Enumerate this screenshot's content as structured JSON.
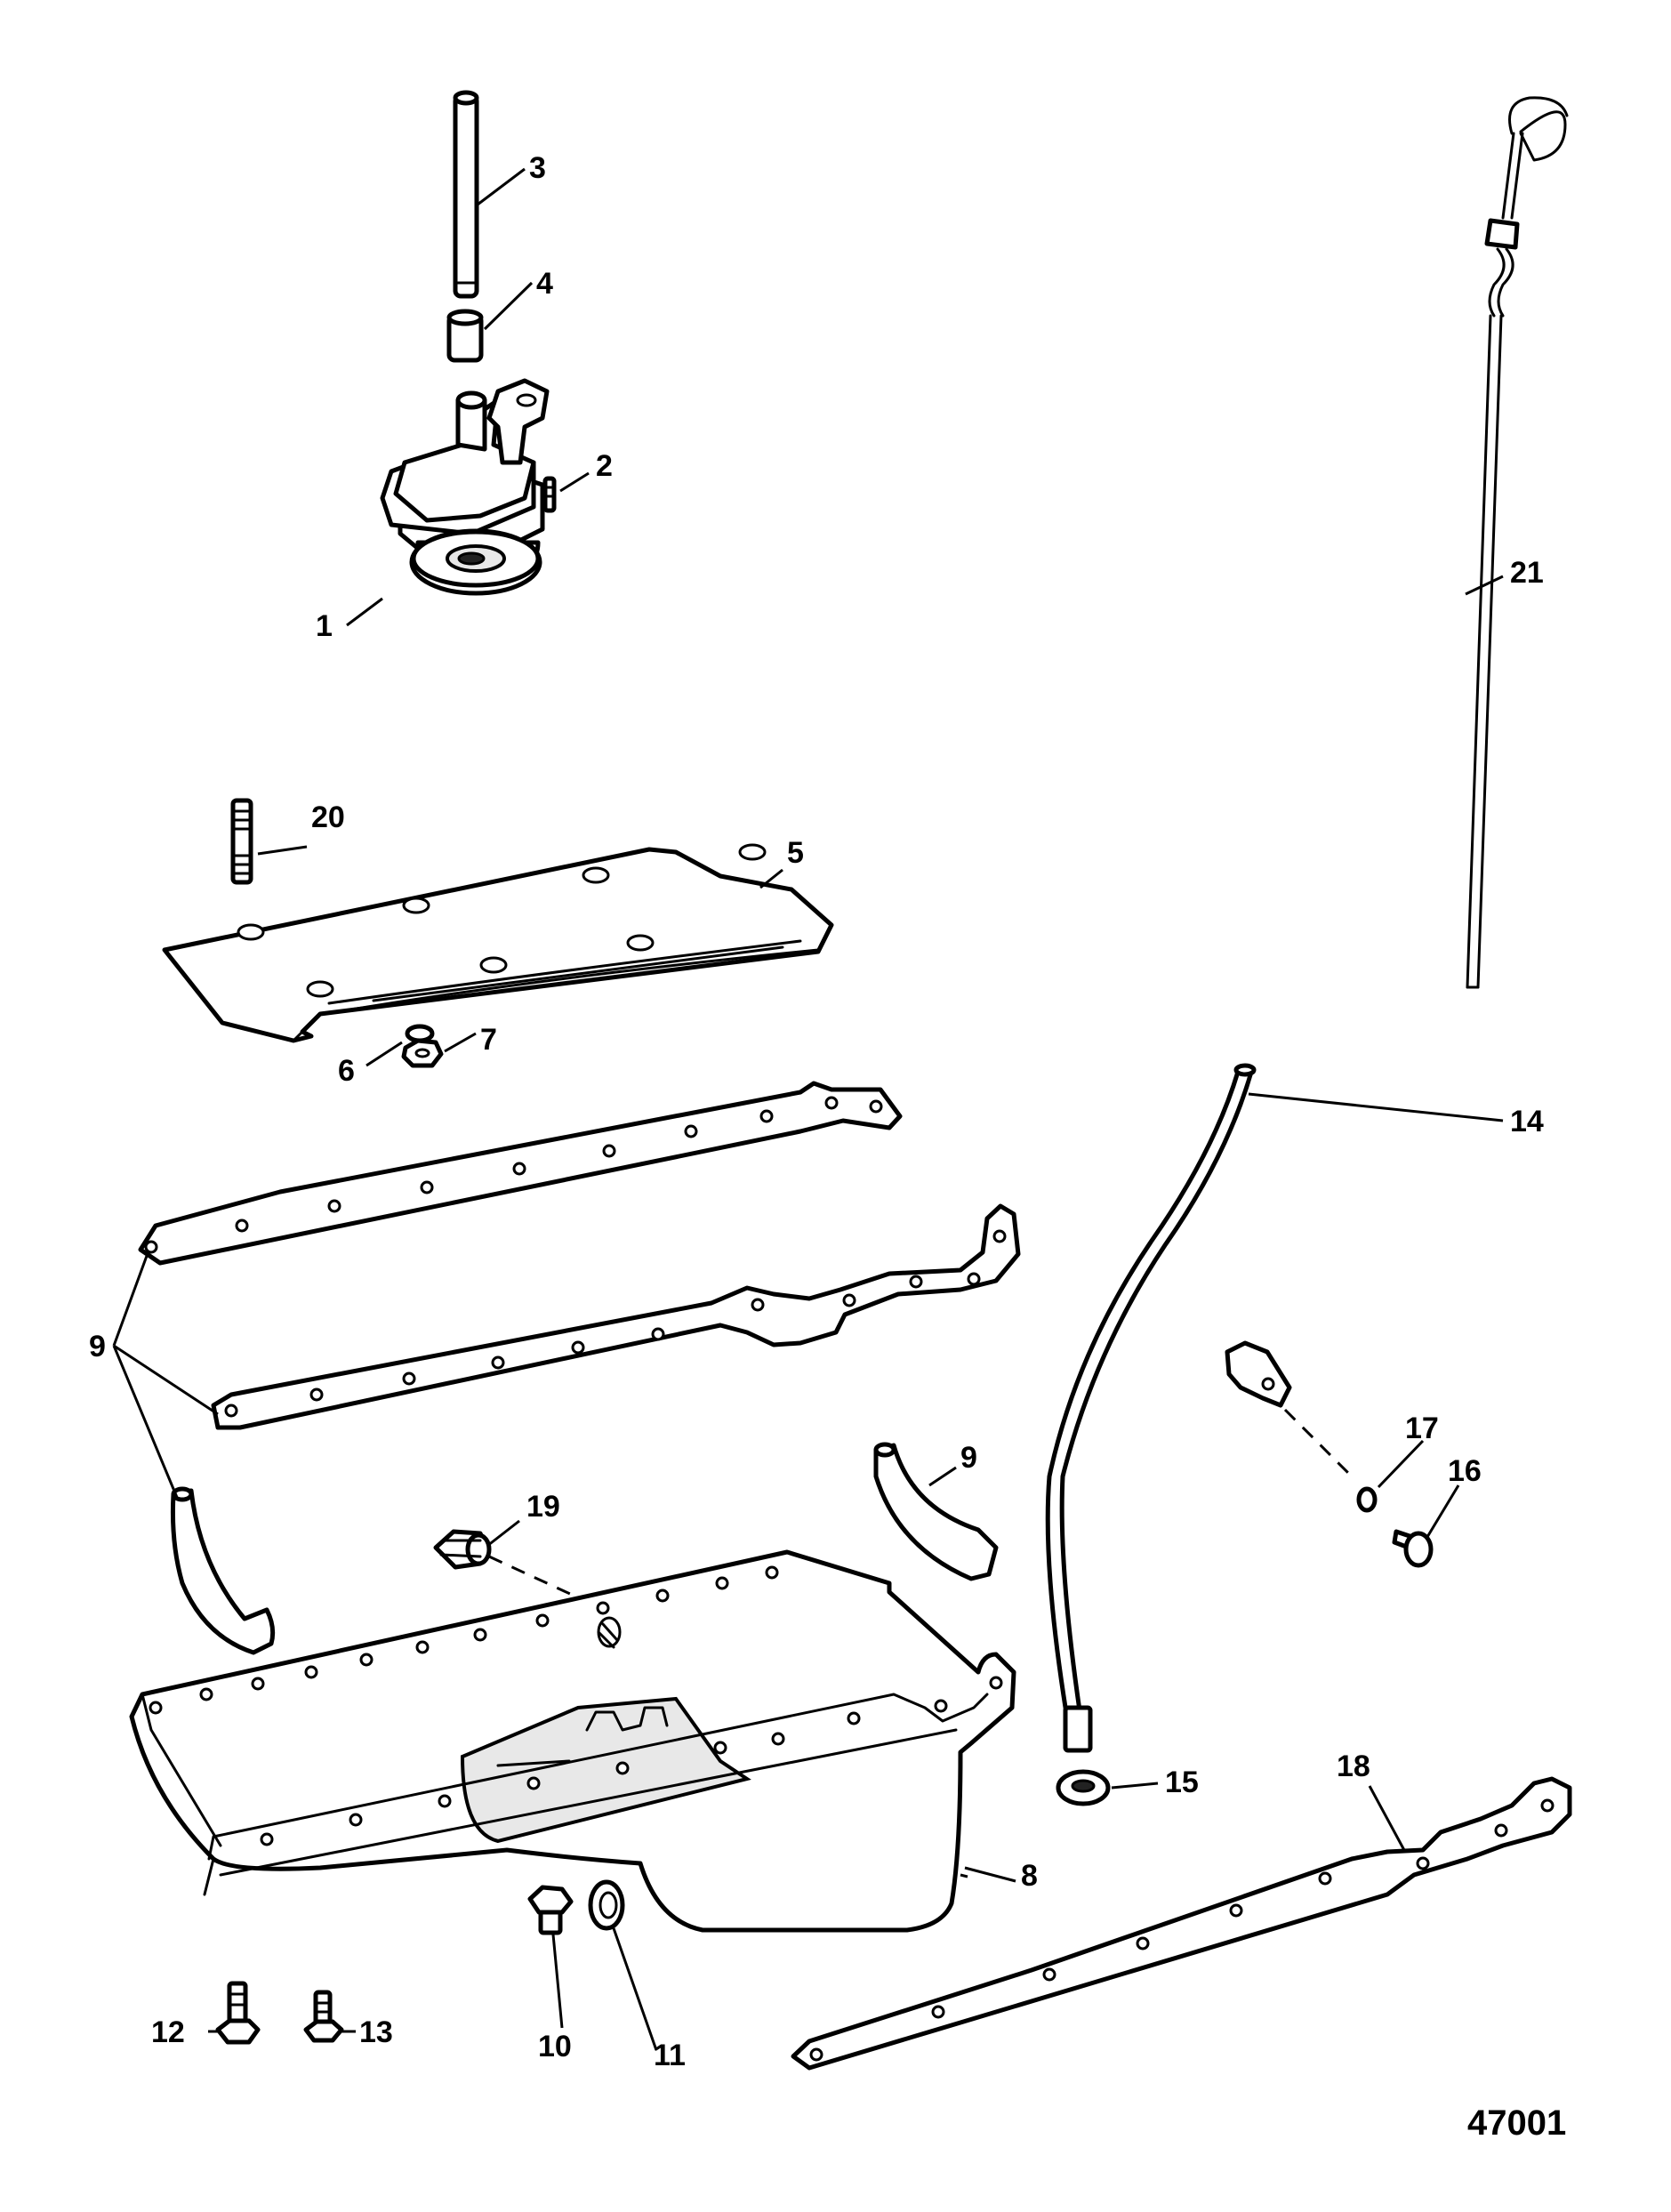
{
  "figure_number": "47001",
  "callouts": [
    {
      "id": "c1",
      "text": "1"
    },
    {
      "id": "c2",
      "text": "2"
    },
    {
      "id": "c3",
      "text": "3"
    },
    {
      "id": "c4",
      "text": "4"
    },
    {
      "id": "c5",
      "text": "5"
    },
    {
      "id": "c6",
      "text": "6"
    },
    {
      "id": "c7",
      "text": "7"
    },
    {
      "id": "c8",
      "text": "8"
    },
    {
      "id": "c9a",
      "text": "9"
    },
    {
      "id": "c9b",
      "text": "9"
    },
    {
      "id": "c10",
      "text": "10"
    },
    {
      "id": "c11",
      "text": "11"
    },
    {
      "id": "c12",
      "text": "12"
    },
    {
      "id": "c13",
      "text": "13"
    },
    {
      "id": "c14",
      "text": "14"
    },
    {
      "id": "c15",
      "text": "15"
    },
    {
      "id": "c16",
      "text": "16"
    },
    {
      "id": "c17",
      "text": "17"
    },
    {
      "id": "c18",
      "text": "18"
    },
    {
      "id": "c19",
      "text": "19"
    },
    {
      "id": "c20",
      "text": "20"
    },
    {
      "id": "c21",
      "text": "21"
    }
  ]
}
